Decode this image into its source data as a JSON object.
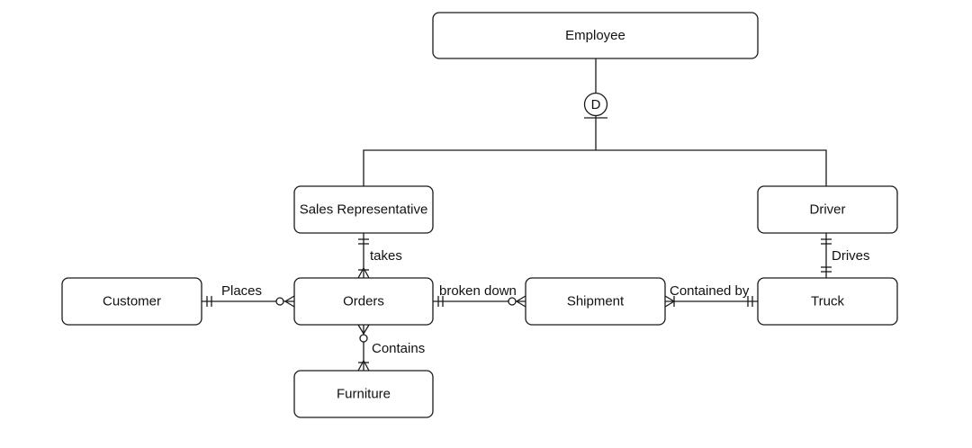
{
  "entities": {
    "employee": "Employee",
    "sales_rep": "Sales Representative",
    "driver": "Driver",
    "customer": "Customer",
    "orders": "Orders",
    "shipment": "Shipment",
    "truck": "Truck",
    "furniture": "Furniture"
  },
  "subtype_symbol": "D",
  "relationships": {
    "places": "Places",
    "takes": "takes",
    "broken_down": "broken down",
    "contained_by": "Contained by",
    "drives": "Drives",
    "contains": "Contains"
  }
}
